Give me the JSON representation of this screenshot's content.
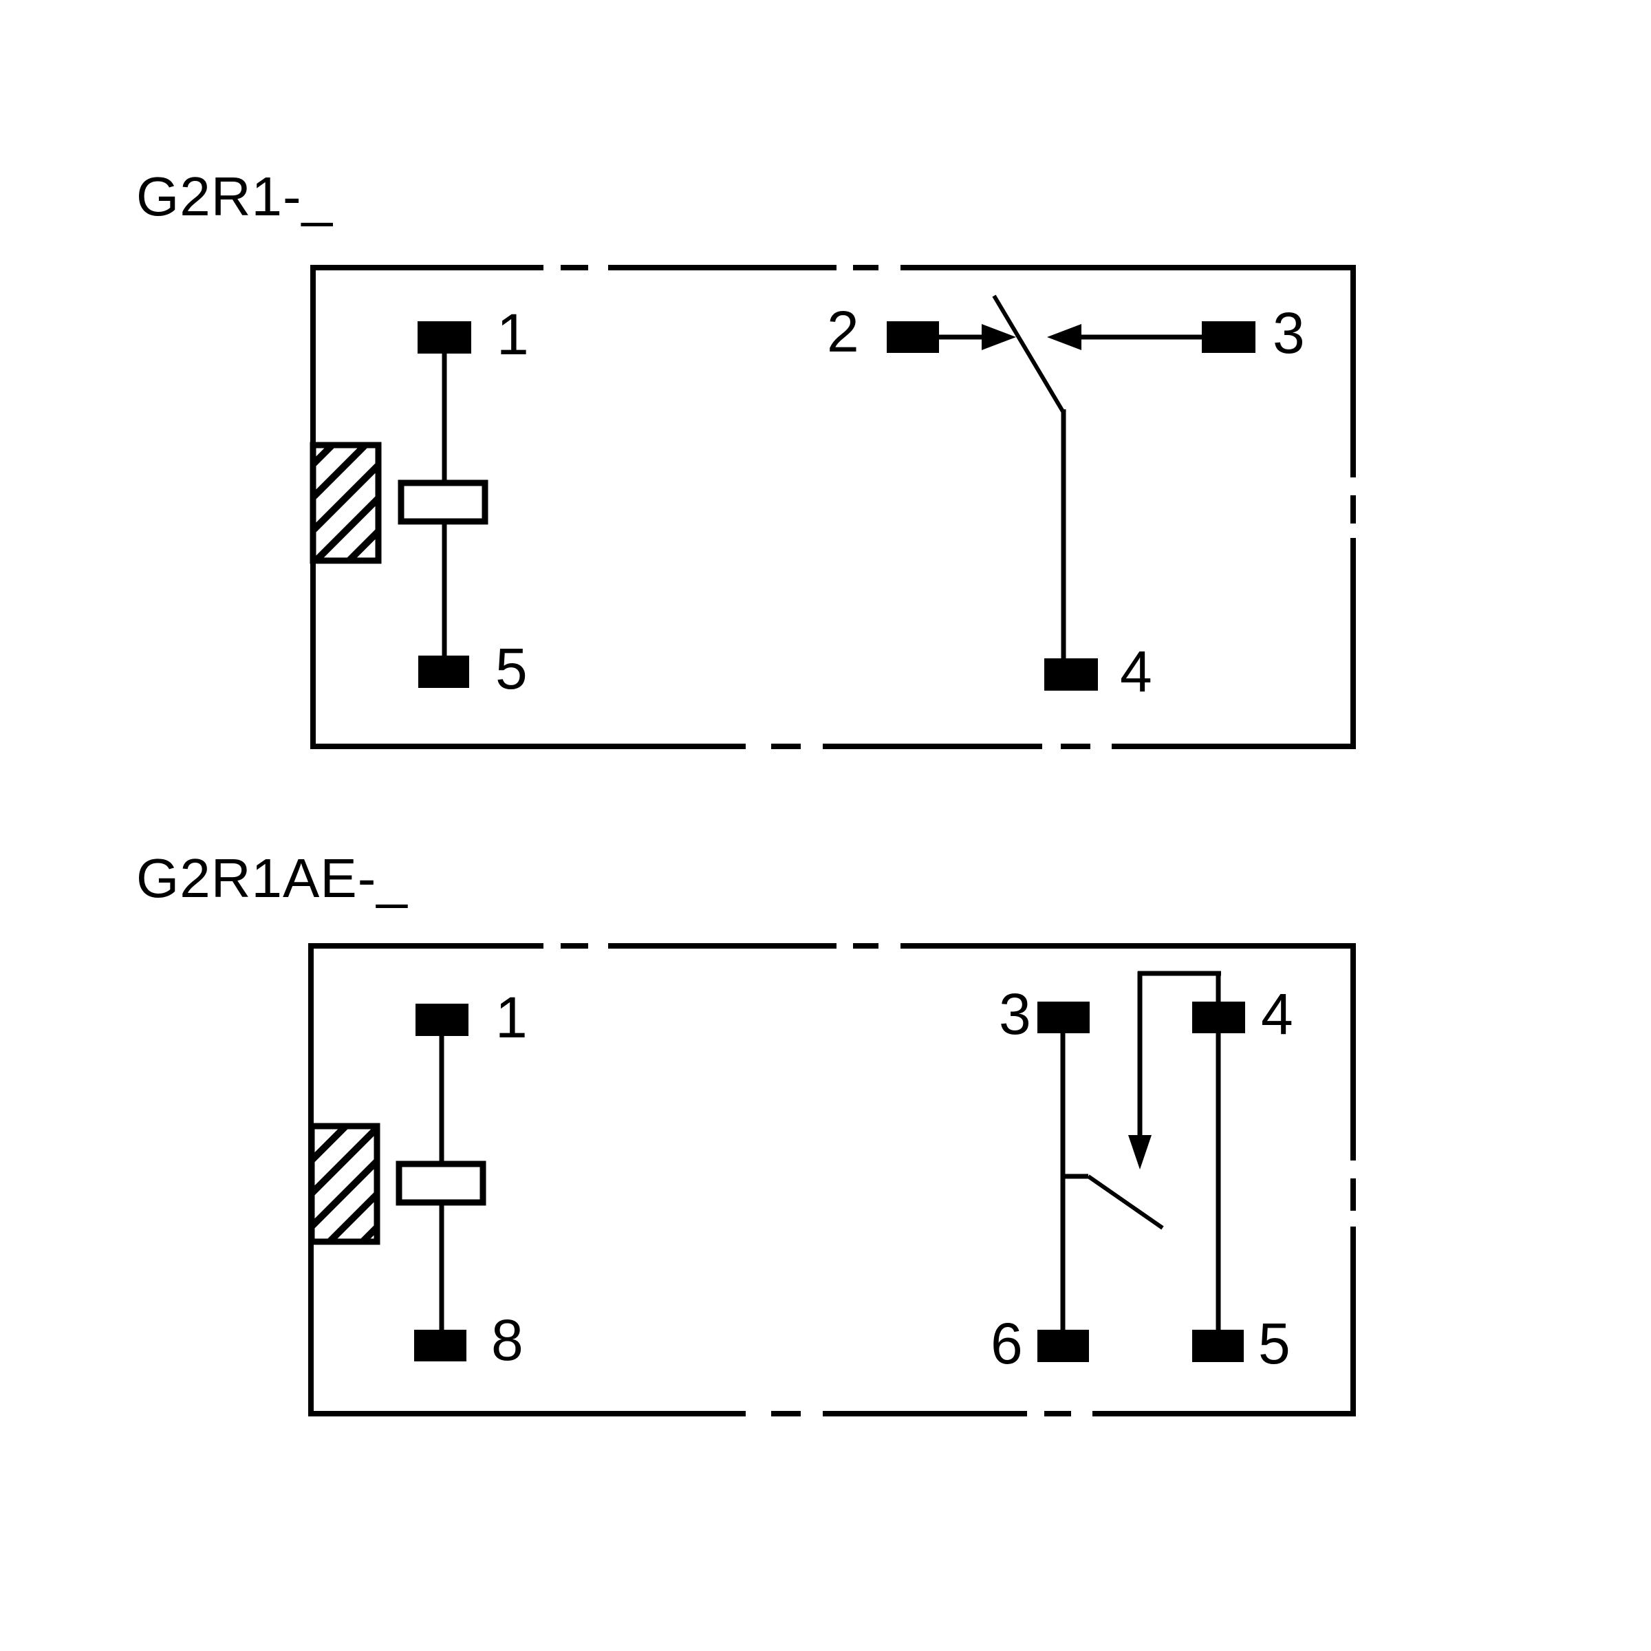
{
  "colors": {
    "background": "#ffffff",
    "line": "#000000"
  },
  "diagrams": [
    {
      "id": "G2R1",
      "title": "G2R1-_",
      "pin_labels": {
        "p1": "1",
        "p2": "2",
        "p3": "3",
        "p4": "4",
        "p5": "5"
      }
    },
    {
      "id": "G2R1AE",
      "title": "G2R1AE-_",
      "pin_labels": {
        "p1": "1",
        "p3": "3",
        "p4": "4",
        "p5": "5",
        "p6": "6",
        "p8": "8"
      }
    }
  ]
}
